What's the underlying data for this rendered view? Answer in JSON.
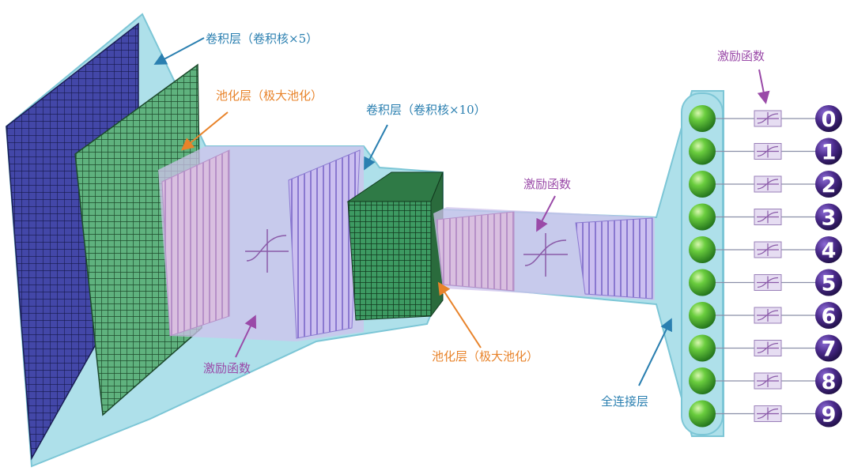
{
  "labels": {
    "conv1": "卷积层（卷积核×5）",
    "pool1": "池化层（极大池化）",
    "conv2": "卷积层（卷积核×10）",
    "act_top_right": "激励函数",
    "act_mid": "激励函数",
    "act_bottom_left": "激励函数",
    "pool2": "池化层（极大池化）",
    "fc": "全连接层"
  },
  "outputs": [
    "0",
    "1",
    "2",
    "3",
    "4",
    "5",
    "6",
    "7",
    "8",
    "9"
  ],
  "colors": {
    "tube": "#aee0ea",
    "tube_edge": "#7cc6d6",
    "purple_tube": "#cfc3ec",
    "input_grid": "#3a3fa0",
    "pool_green": "#3d9a62",
    "conv_purple": "#b8a6e8",
    "node_green": "#3fae3a",
    "digit_purple": "#4a2a8a",
    "arrow_blue": "#2a7fb0",
    "arrow_orange": "#e8832a",
    "arrow_purple": "#9a4aa8"
  }
}
